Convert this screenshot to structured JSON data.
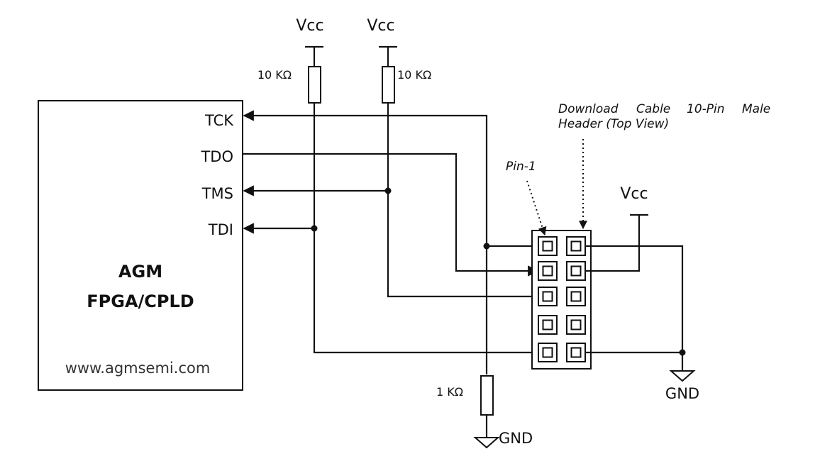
{
  "chip": {
    "name_line1": "AGM",
    "name_line2": "FPGA/CPLD",
    "url": "www.agmsemi.com",
    "pins": [
      "TCK",
      "TDO",
      "TMS",
      "TDI"
    ]
  },
  "supplies": {
    "vcc_left": "Vcc",
    "vcc_right": "Vcc",
    "vcc_header": "Vcc",
    "gnd_bottom": "GND",
    "gnd_right": "GND"
  },
  "resistors": {
    "r1": "10 KΩ",
    "r2": "10 KΩ",
    "r3": "1 KΩ"
  },
  "header": {
    "caption_words": [
      "Download",
      "Cable",
      "10-Pin",
      "Male"
    ],
    "caption_line2": "Header (Top View)",
    "pin1_label": "Pin-1"
  },
  "colors": {
    "line": "#111111",
    "background": "#ffffff"
  }
}
